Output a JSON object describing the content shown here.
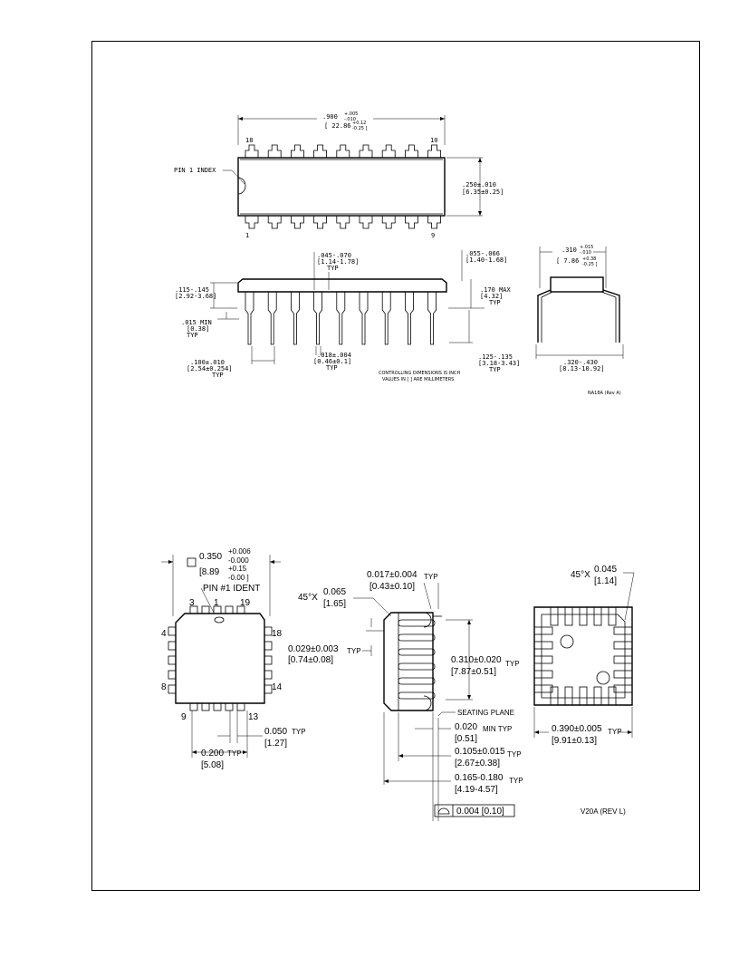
{
  "dip_top": {
    "length_dim": ".900",
    "length_tol_plus": "+.005",
    "length_tol_minus": "-.010",
    "length_mm": "[ 22.86",
    "length_mm_tol_plus": "+0.12",
    "length_mm_tol_minus": "-0.25 ]",
    "pin_18": "18",
    "pin_10": "10",
    "pin_1": "1",
    "pin_9": "9",
    "pin1_index": "PIN 1 INDEX",
    "width_dim": ".250±.010",
    "width_mm": "[6.35±0.25]"
  },
  "dip_side": {
    "pin_dim": ".045-.070",
    "pin_dim_mm": "[1.14-1.78]",
    "pin_typ": "TYP",
    "shoulder_dim": ".055-.066",
    "shoulder_mm": "[1.40-1.68]",
    "body_dim": ".115-.145",
    "body_mm": "[2.92-3.68]",
    "height_dim": ".170 MAX",
    "height_mm": "[4.32]",
    "height_typ": "TYP",
    "standoff_dim": ".015 MIN",
    "standoff_mm": "[0.38]",
    "standoff_typ": "TYP",
    "lead_width": ".018±.004",
    "lead_width_mm": "[0.46±0.1]",
    "lead_width_typ": "TYP",
    "pitch": ".100±.010",
    "pitch_mm": "[2.54±0.254]",
    "pitch_typ": "TYP",
    "lead_len": ".125-.135",
    "lead_len_mm": "[3.18-3.43]",
    "lead_len_typ": "TYP",
    "note_line1": "CONTROLLING DIMENSIONS IS INCH",
    "note_line2": "VALUES IN [ ] ARE MILLIMETERS"
  },
  "dip_end": {
    "row_dim": ".310",
    "row_tol_plus": "+.015",
    "row_tol_minus": "-.010",
    "row_mm": "[ 7.86",
    "row_mm_tol_plus": "+0.38",
    "row_mm_tol_minus": "-0.25 ]",
    "span_dim": ".320-.430",
    "span_mm": "[8.13-10.92]",
    "drawing_id": "NA18A (Rev A)"
  },
  "lcc_top": {
    "size_dim": "0.350",
    "size_tol_plus": "+0.006",
    "size_tol_minus": "-0.000",
    "size_mm": "[8.89",
    "size_mm_tol_plus": "+0.15",
    "size_mm_tol_minus": "-0.00 ]",
    "pin_ident": "PIN #1 IDENT",
    "pin_3": "3",
    "pin_1": "1",
    "pin_19": "19",
    "pin_4": "4",
    "pin_18": "18",
    "pin_8": "8",
    "pin_14": "14",
    "pin_9": "9",
    "pin_13": "13",
    "pitch_dim": "0.050",
    "pitch_typ": "TYP",
    "pitch_mm": "[1.27]",
    "span_dim": "0.200",
    "span_typ": "TYP",
    "span_mm": "[5.08]"
  },
  "lcc_side": {
    "chamfer_prefix": "45°X",
    "chamfer_dim": "0.065",
    "chamfer_mm": "[1.65]",
    "pad_dim": "0.017±0.004",
    "pad_typ": "TYP",
    "pad_mm": "[0.43±0.10]",
    "pad_w_dim": "0.029±0.003",
    "pad_w_typ": "TYP",
    "pad_w_mm": "[0.74±0.08]",
    "body_dim": "0.310±0.020",
    "body_typ": "TYP",
    "body_mm": "[7.87±0.51]",
    "seating_plane": "SEATING PLANE",
    "standoff_dim": "0.020",
    "standoff_typ": "MIN TYP",
    "standoff_mm": "[0.51]",
    "thk_dim": "0.105±0.015",
    "thk_typ": "TYP",
    "thk_mm": "[2.67±0.38]",
    "ht_dim": "0.165-0.180",
    "ht_typ": "TYP",
    "ht_mm": "[4.19-4.57]",
    "flatness": "0.004 [0.10]"
  },
  "lcc_bottom": {
    "chamfer_prefix": "45°X",
    "chamfer_dim": "0.045",
    "chamfer_mm": "[1.14]",
    "size_dim": "0.390±0.005",
    "size_typ": "TYP",
    "size_mm": "[9.91±0.13]",
    "drawing_id": "V20A (REV L)"
  }
}
